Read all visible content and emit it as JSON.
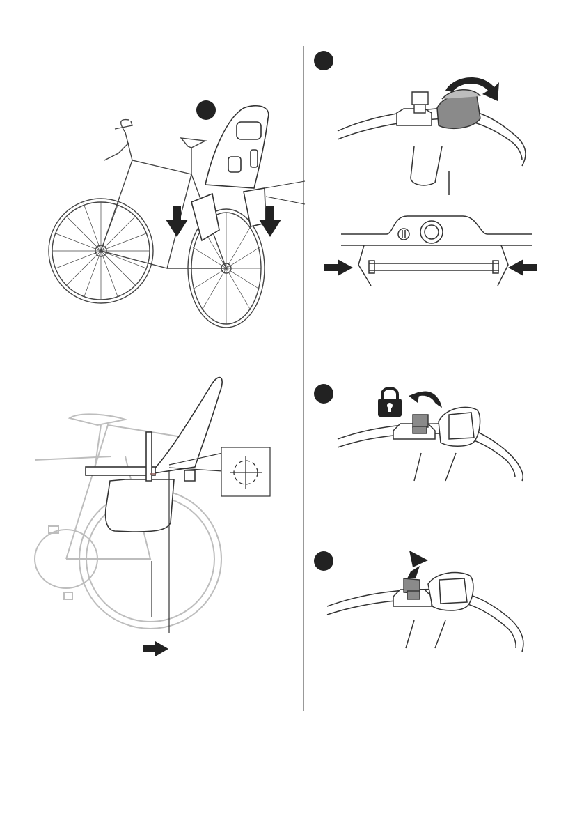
{
  "page": {
    "colors": {
      "ink": "#1f1f1f",
      "outline": "#3a3a3a",
      "faint": "#bdbdbd",
      "seat_fill": "#ffffff",
      "knob_fill": "#8a8a8a",
      "accent_seat": "#8b5a55"
    }
  },
  "steps": [
    {
      "id": "step-mount-seat",
      "icons": [
        "bullet-icon",
        "arrow-down-icon",
        "arrow-down-icon"
      ]
    },
    {
      "id": "step-rotate-knob",
      "icons": [
        "bullet-icon",
        "rotate-arrow-icon"
      ]
    },
    {
      "id": "step-squeeze-bracket",
      "icons": [
        "arrow-right-icon",
        "arrow-left-icon"
      ]
    },
    {
      "id": "step-align-bracket",
      "icons": [
        "crosshair-icon",
        "arrow-right-icon"
      ]
    },
    {
      "id": "step-lock-key",
      "icons": [
        "bullet-icon",
        "padlock-icon",
        "rotate-arrow-icon"
      ]
    },
    {
      "id": "step-remove-key",
      "icons": [
        "bullet-icon",
        "arrow-up-icon"
      ]
    }
  ]
}
